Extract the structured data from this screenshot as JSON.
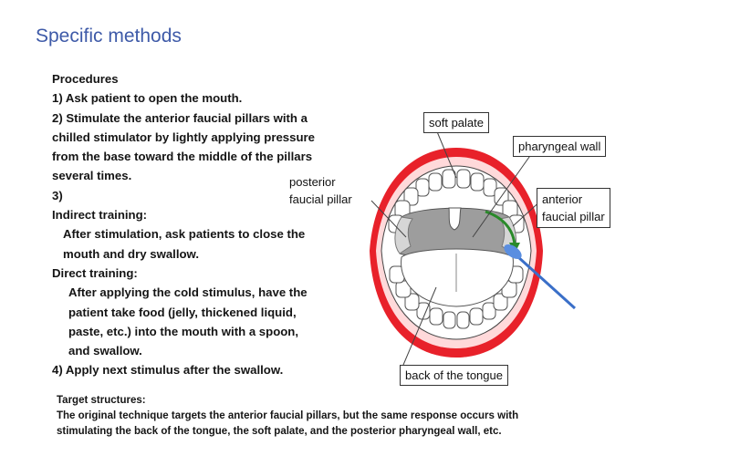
{
  "title": "Specific methods",
  "procedures": {
    "heading": "Procedures",
    "step1": "1) Ask patient to open the mouth.",
    "step2_lines": [
      "2) Stimulate the anterior faucial pillars with a",
      "chilled stimulator by lightly applying pressure",
      "from the base toward the middle of the pillars",
      "several times."
    ],
    "step3": "3)",
    "indirect_heading": "Indirect training:",
    "indirect_lines": [
      "After stimulation, ask patients to close the",
      "mouth and dry swallow."
    ],
    "direct_heading": "Direct training:",
    "direct_lines": [
      " After applying the cold stimulus, have the",
      "patient take food (jelly, thickened liquid,",
      "paste, etc.) into the mouth with a spoon,",
      "and swallow."
    ],
    "step4": "4) Apply next stimulus after the swallow."
  },
  "target": {
    "heading": "Target structures:",
    "lines": [
      " The original technique targets the anterior faucial pillars, but the same response occurs with",
      "stimulating the back of the tongue, the soft palate, and the posterior pharyngeal wall, etc."
    ]
  },
  "diagram_labels": {
    "soft_palate": "soft palate",
    "pharyngeal_wall": "pharyngeal wall",
    "posterior_line1": "posterior",
    "posterior_line2": "faucial pillar",
    "anterior_line1": "anterior",
    "anterior_line2": "faucial pillar",
    "tongue": "back of the tongue"
  },
  "colors": {
    "title": "#3e5aa8",
    "lips": "#e8212a",
    "arrow": "#2a8a2a",
    "stimulator": "#3a6fc8"
  }
}
